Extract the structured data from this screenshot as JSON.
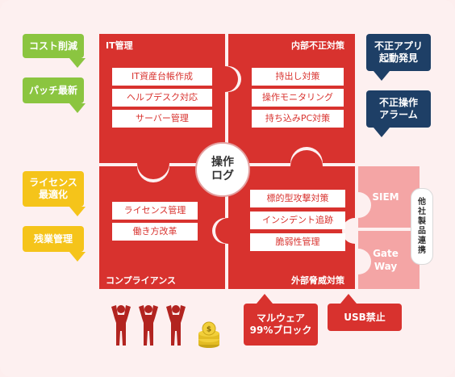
{
  "left_bubbles": {
    "cost": "コスト削減",
    "patch": "パッチ最新",
    "license": "ライセンス\n最適化",
    "overtime": "残業管理"
  },
  "right_bubbles": {
    "unauthorized_app": "不正アプリ\n起動発見",
    "unauthorized_op": "不正操作\nアラーム"
  },
  "center": {
    "line1": "操作",
    "line2": "ログ"
  },
  "quadrants": {
    "it_mgmt": {
      "title": "IT管理",
      "items": [
        "IT資産台帳作成",
        "ヘルプデスク対応",
        "サーバー管理"
      ]
    },
    "internal": {
      "title": "内部不正対策",
      "items": [
        "持出し対策",
        "操作モニタリング",
        "持ち込みPC対策"
      ]
    },
    "compliance": {
      "title": "コンプライアンス",
      "items": [
        "ライセンス管理",
        "働き方改革"
      ]
    },
    "external": {
      "title": "外部脅威対策",
      "items": [
        "標的型攻撃対策",
        "インシデント追跡",
        "脆弱性管理"
      ]
    }
  },
  "side": {
    "siem": "SIEM",
    "gateway": "Gate\nWay",
    "vertical_label": [
      "他",
      "社",
      "製",
      "品",
      "連",
      "携"
    ]
  },
  "bottom_bubbles": {
    "malware": "マルウェア\n99%ブロック",
    "usb": "USB禁止"
  },
  "icons": [
    "person-arms-up-icon",
    "person-arms-up-icon",
    "person-arms-up-icon",
    "coin-stack-icon"
  ],
  "colors": {
    "red": "#d8322e",
    "pink": "#f4a5a5",
    "green": "#8bc540",
    "yellow": "#f5c41a",
    "navy": "#1e3f66"
  }
}
